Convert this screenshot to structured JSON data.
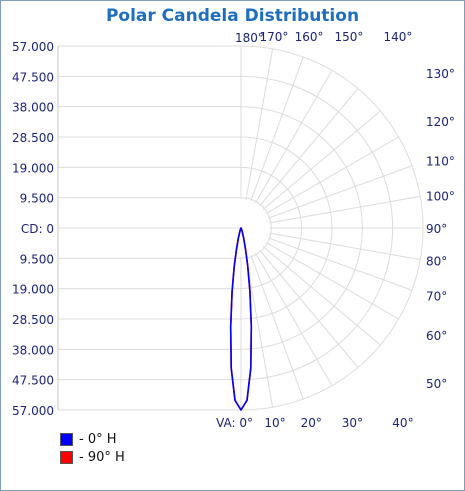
{
  "chart_data": {
    "type": "polar-candela",
    "title": "Polar Candela Distribution",
    "cd_labels": [
      "57.000",
      "47.500",
      "38.000",
      "28.500",
      "19.000",
      "9.500",
      "CD: 0",
      "9.500",
      "19.000",
      "28.500",
      "38.000",
      "47.500",
      "57.000"
    ],
    "cd_max": 57000,
    "vertical_angle_labels": [
      {
        "angle": 0,
        "label": "VA: 0°"
      },
      {
        "angle": 10,
        "label": "10°"
      },
      {
        "angle": 20,
        "label": "20°"
      },
      {
        "angle": 30,
        "label": "30°"
      },
      {
        "angle": 40,
        "label": "40°"
      },
      {
        "angle": 50,
        "label": "50°"
      },
      {
        "angle": 60,
        "label": "60°"
      },
      {
        "angle": 70,
        "label": "70°"
      },
      {
        "angle": 80,
        "label": "80°"
      },
      {
        "angle": 90,
        "label": "90°"
      },
      {
        "angle": 100,
        "label": "100°"
      },
      {
        "angle": 110,
        "label": "110°"
      },
      {
        "angle": 120,
        "label": "120°"
      },
      {
        "angle": 130,
        "label": "130°"
      },
      {
        "angle": 140,
        "label": "140°"
      },
      {
        "angle": 150,
        "label": "150°"
      },
      {
        "angle": 160,
        "label": "160°"
      },
      {
        "angle": 170,
        "label": "170°"
      },
      {
        "angle": 180,
        "label": "180°"
      }
    ],
    "series": [
      {
        "name": "- 0° H",
        "color": "#0000ff",
        "points": [
          [
            0,
            57000
          ],
          [
            2,
            54000
          ],
          [
            4,
            44000
          ],
          [
            6,
            31000
          ],
          [
            8,
            20000
          ],
          [
            10,
            12000
          ],
          [
            12,
            7000
          ],
          [
            15,
            3000
          ],
          [
            20,
            800
          ],
          [
            30,
            100
          ],
          [
            45,
            0
          ],
          [
            90,
            0
          ]
        ]
      },
      {
        "name": "- 90° H",
        "color": "#ff0000",
        "points": [
          [
            0,
            57000
          ],
          [
            2,
            54000
          ],
          [
            4,
            44000
          ],
          [
            6,
            31000
          ],
          [
            8,
            20000
          ],
          [
            10,
            12000
          ],
          [
            12,
            7000
          ],
          [
            15,
            3000
          ],
          [
            20,
            800
          ],
          [
            30,
            100
          ],
          [
            45,
            0
          ],
          [
            90,
            0
          ]
        ]
      }
    ],
    "grid": true
  }
}
